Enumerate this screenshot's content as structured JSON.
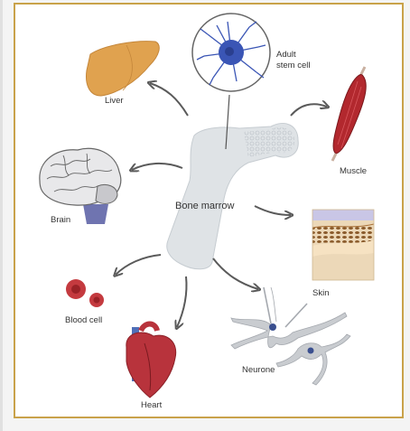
{
  "diagram": {
    "center_label": "Bone marrow",
    "stem_cell_label_line1": "Adult",
    "stem_cell_label_line2": "stem cell",
    "targets": {
      "liver": "Liver",
      "brain": "Brain",
      "blood_cell": "Blood cell",
      "heart": "Heart",
      "neurone": "Neurone",
      "skin": "Skin",
      "muscle": "Muscle"
    }
  },
  "colors": {
    "frame": "#c9a24a",
    "arrow": "#5a5a5a",
    "bone": "#dfe3e6",
    "liver": "#e0a24f",
    "brain": "#e8e8ea",
    "brain_stem": "#6f74b0",
    "blood": "#c43a3f",
    "heart": "#b8333c",
    "heart_vessel": "#4f6fb8",
    "neurone": "#c9ccd0",
    "skin": "#e8b478",
    "muscle": "#b2282e",
    "stem_cell": "#3a55b5"
  }
}
